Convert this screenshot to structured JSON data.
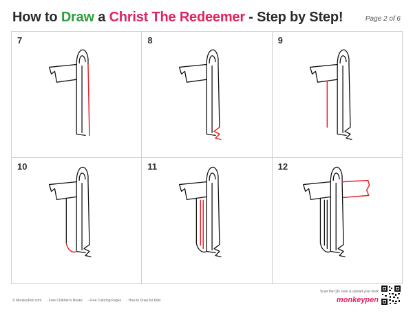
{
  "header": {
    "part1": "How to ",
    "part2": "Draw",
    "part3": " a ",
    "part4": "Christ The Redeemer",
    "part5": " - Step by Step!"
  },
  "page_label": "Page 2 of 6",
  "steps": [
    {
      "number": "7"
    },
    {
      "number": "8"
    },
    {
      "number": "9"
    },
    {
      "number": "10"
    },
    {
      "number": "11"
    },
    {
      "number": "12"
    }
  ],
  "footer": {
    "copyright": "© MonkeyPen.com",
    "link1": "· Free Children's Books",
    "link2": "· Free Coloring Pages",
    "link3": "· How to Draw for Kids",
    "scan_note": "Scan the QR code & upload your work",
    "brand": "monkeypen"
  },
  "colors": {
    "green": "#2e9e3f",
    "red": "#e0245e",
    "stroke": "#111111",
    "new_stroke": "#e8202a"
  }
}
